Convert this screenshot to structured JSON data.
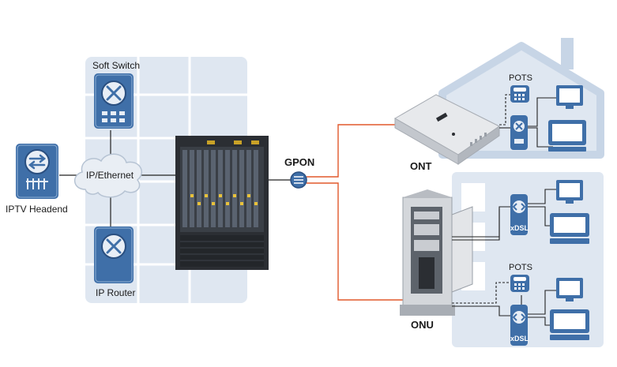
{
  "labels": {
    "soft_switch": "Soft Switch",
    "iptv_headend": "IPTV Headend",
    "ip_ethernet": "IP/Ethernet",
    "ip_router": "IP Router",
    "gpon": "GPON",
    "ont": "ONT",
    "onu": "ONU",
    "pots_top": "POTS",
    "pots_bottom": "POTS",
    "xdsl_1": "xDSL",
    "xdsl_2": "xDSL"
  },
  "colors": {
    "background_panel": "#dfe7f1",
    "device_blue": "#3f6fa8",
    "device_blue_dark": "#2a4f80",
    "fiber_line": "#e2582c",
    "copper_line": "#222222",
    "house_outline": "#c7d5e6"
  },
  "icons": {
    "soft_switch": "switch-cross-icon",
    "iptv_headend": "arrows-exchange-icon",
    "ip_router": "router-cross-icon",
    "cloud": "cloud-icon",
    "splitter": "splitter-icon",
    "phone": "telephone-icon",
    "monitor": "monitor-icon",
    "xdsl_modem": "xdsl-modem-icon"
  }
}
